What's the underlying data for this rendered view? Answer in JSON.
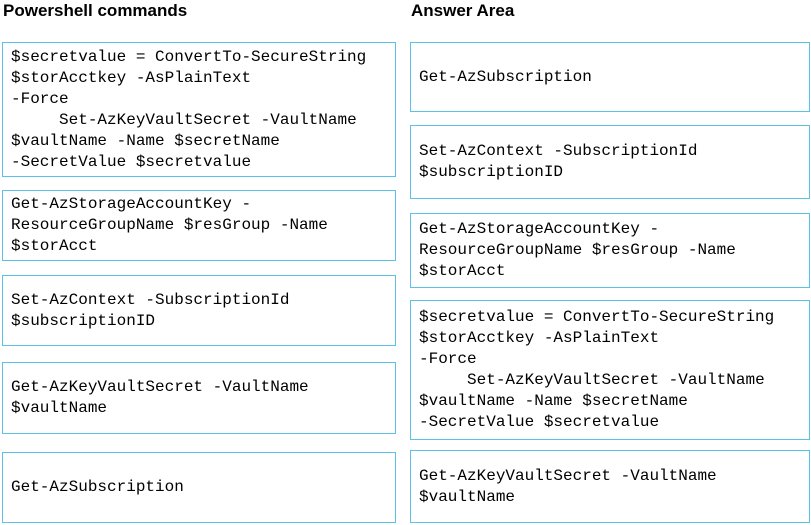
{
  "left": {
    "title": "Powershell commands",
    "items": [
      {
        "text": "$secretvalue = ConvertTo-SecureString\n$storAcctkey -AsPlainText\n-Force\n     Set-AzKeyVaultSecret -VaultName\n$vaultName -Name $secretName\n-SecretValue $secretvalue"
      },
      {
        "text": "Get-AzStorageAccountKey -\nResourceGroupName $resGroup -Name\n$storAcct"
      },
      {
        "text": "Set-AzContext -SubscriptionId\n$subscriptionID"
      },
      {
        "text": "Get-AzKeyVaultSecret -VaultName\n$vaultName"
      },
      {
        "text": "Get-AzSubscription"
      }
    ]
  },
  "right": {
    "title": "Answer Area",
    "items": [
      {
        "text": "Get-AzSubscription"
      },
      {
        "text": "Set-AzContext -SubscriptionId\n$subscriptionID"
      },
      {
        "text": "Get-AzStorageAccountKey -\nResourceGroupName $resGroup -Name\n$storAcct"
      },
      {
        "text": "$secretvalue = ConvertTo-SecureString\n$storAcctkey -AsPlainText\n-Force\n     Set-AzKeyVaultSecret -VaultName\n$vaultName -Name $secretName\n-SecretValue $secretvalue"
      },
      {
        "text": "Get-AzKeyVaultSecret -VaultName\n$vaultName"
      }
    ]
  },
  "colors": {
    "box_border": "#5BC2E7"
  }
}
